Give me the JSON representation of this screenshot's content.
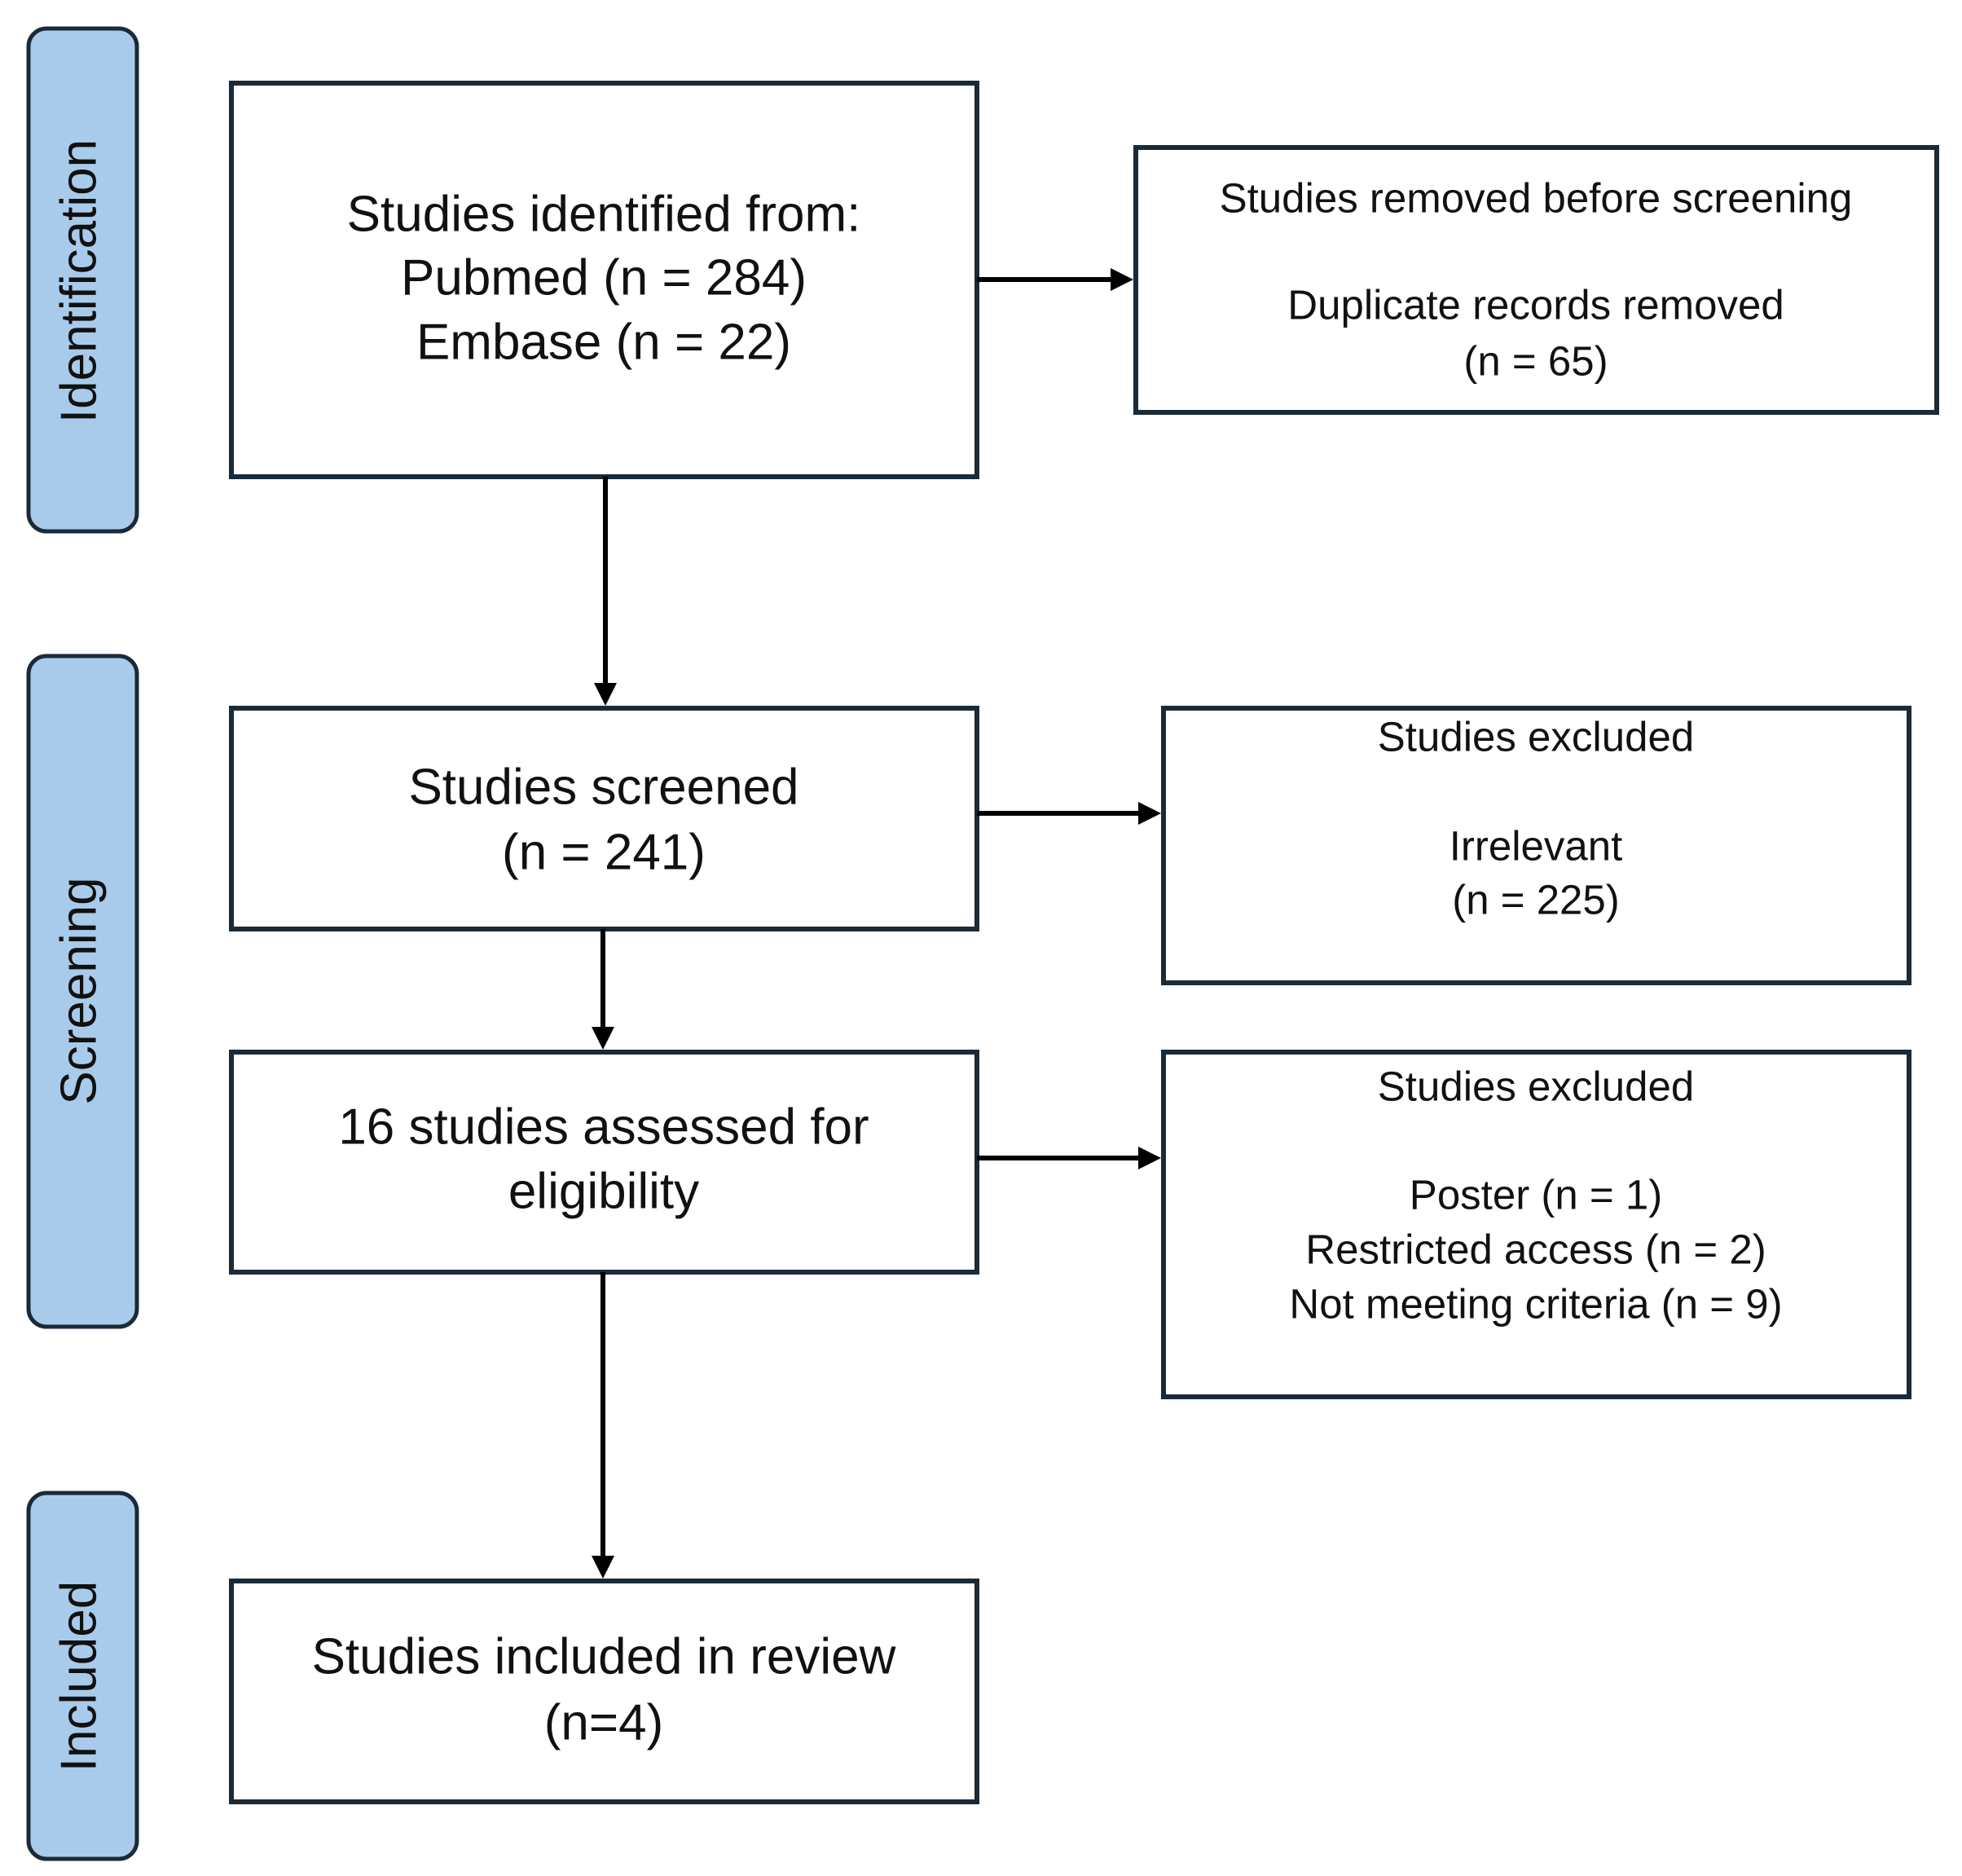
{
  "phases": {
    "identification": "Identification",
    "screening": "Screening",
    "included": "Included"
  },
  "identified": {
    "line1": "Studies identified from:",
    "line2": "Pubmed (n = 284)",
    "line3": "Embase (n = 22)"
  },
  "removed": {
    "title": "Studies removed before screening",
    "line1": "Duplicate records removed",
    "line2": "(n = 65)"
  },
  "screened": {
    "line1": "Studies screened",
    "line2": "(n = 241)"
  },
  "excluded_screening": {
    "title": "Studies excluded",
    "line1": "Irrelevant",
    "line2": "(n = 225)"
  },
  "assessed": {
    "line1": "16 studies assessed for",
    "line2": "eligibility"
  },
  "excluded_eligibility": {
    "title": "Studies excluded",
    "line1": "Poster (n = 1)",
    "line2": "Restricted access (n = 2)",
    "line3": "Not meeting criteria (n = 9)"
  },
  "included": {
    "line1": "Studies included in review",
    "line2": "(n=4)"
  },
  "colors": {
    "phase_fill": "#a9cbeb",
    "border": "#1b2a37"
  }
}
